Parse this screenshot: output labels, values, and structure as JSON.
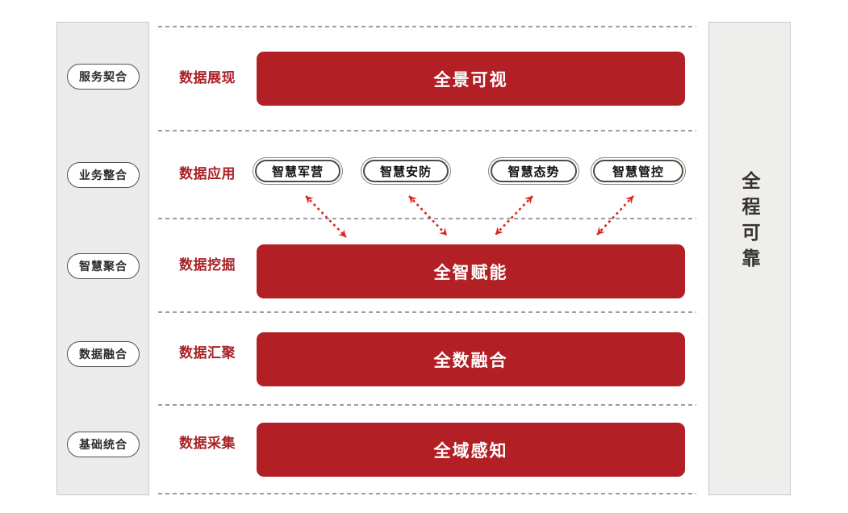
{
  "left_panel": {
    "items": [
      "服务契合",
      "业务整合",
      "智慧聚合",
      "数据融合",
      "基础统合"
    ]
  },
  "right_panel": {
    "label": "全程可靠"
  },
  "rows": [
    {
      "label": "数据展现",
      "bar": "全景可视"
    },
    {
      "label": "数据应用",
      "apps": [
        "智慧军营",
        "智慧安防",
        "智慧态势",
        "智慧管控"
      ]
    },
    {
      "label": "数据挖掘",
      "bar": "全智赋能"
    },
    {
      "label": "数据汇聚",
      "bar": "全数融合"
    },
    {
      "label": "数据采集",
      "bar": "全域感知"
    }
  ],
  "colors": {
    "bar_red": "#b21f24",
    "label_red": "#a82227",
    "arrow_red": "#df241a",
    "panel_gray": "#ebebeb",
    "divider_gray": "#9e9e9e"
  }
}
